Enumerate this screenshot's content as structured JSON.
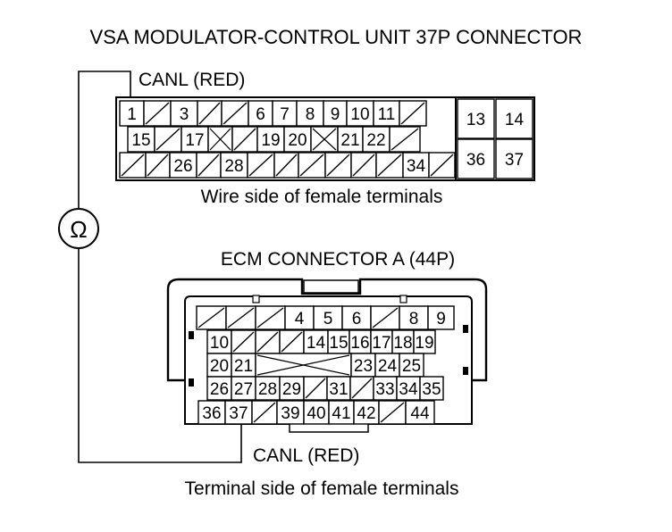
{
  "title": "VSA MODULATOR-CONTROL UNIT 37P CONNECTOR",
  "vsa_connector": {
    "probe_label": "CANL (RED)",
    "caption": "Wire side of female terminals",
    "rows": [
      [
        "1",
        "/",
        "3",
        "/",
        "/",
        "6",
        "7",
        "8",
        "9",
        "10",
        "11",
        "/"
      ],
      [
        "15",
        "/",
        "17",
        "X",
        "/",
        "19",
        "20",
        "X",
        "21",
        "22",
        "/"
      ],
      [
        "/",
        "/",
        "26",
        "/",
        "28",
        "/",
        "/",
        "/",
        "/",
        "/",
        "/",
        "34",
        "/"
      ]
    ],
    "side_block": [
      [
        "13",
        "14"
      ],
      [
        "36",
        "37"
      ]
    ]
  },
  "meter_symbol": "Ω",
  "ecm_connector": {
    "title": "ECM CONNECTOR A (44P)",
    "probe_label": "CANL (RED)",
    "caption": "Terminal side of female terminals",
    "rows": [
      [
        "/",
        "/",
        "/",
        "4",
        "5",
        "6",
        "/",
        "8",
        "9"
      ],
      [
        "10",
        "/",
        "/",
        "/",
        "14",
        "15",
        "16",
        "17",
        "18",
        "19"
      ],
      [
        "20",
        "21",
        "X",
        "23",
        "24",
        "25"
      ],
      [
        "26",
        "27",
        "28",
        "29",
        "/",
        "31",
        "/",
        "33",
        "34",
        "35"
      ],
      [
        "36",
        "37",
        "/",
        "39",
        "40",
        "41",
        "42",
        "/",
        "44"
      ]
    ]
  }
}
